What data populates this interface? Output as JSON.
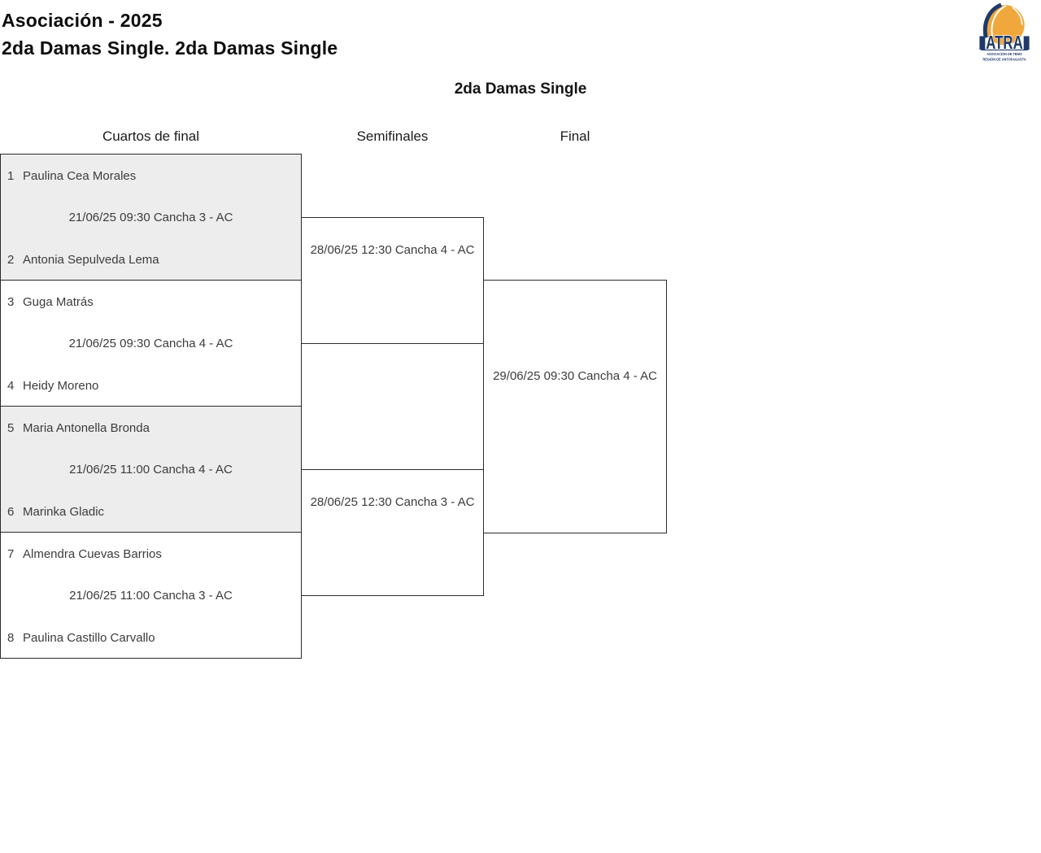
{
  "header": {
    "title": "Asociación - 2025",
    "subtitle": "2da Damas Single. 2da Damas Single"
  },
  "logo": {
    "acronym": "ATRA",
    "caption_line1": "ASOCIACIÓN DE TENIS",
    "caption_line2": "REGIÓN DE ANTOFAGASTA",
    "colors": {
      "navy": "#1E3A6B",
      "ball_orange": "#F0A83D",
      "outline_white": "#FFFFFF"
    }
  },
  "bracket": {
    "event_title": "2da Damas Single",
    "round_headers": [
      "Cuartos de final",
      "Semifinales",
      "Final"
    ],
    "quarterfinals": [
      {
        "player1_seed": "1",
        "player1_name": "Paulina Cea Morales",
        "schedule": "21/06/25 09:30 Cancha 3 - AC",
        "player2_seed": "2",
        "player2_name": "Antonia Sepulveda Lema"
      },
      {
        "player1_seed": "3",
        "player1_name": "Guga Matrás",
        "schedule": "21/06/25 09:30 Cancha 4 - AC",
        "player2_seed": "4",
        "player2_name": "Heidy Moreno"
      },
      {
        "player1_seed": "5",
        "player1_name": "Maria Antonella Bronda",
        "schedule": "21/06/25 11:00 Cancha 4 - AC",
        "player2_seed": "6",
        "player2_name": "Marinka Gladic"
      },
      {
        "player1_seed": "7",
        "player1_name": "Almendra Cuevas Barrios",
        "schedule": "21/06/25 11:00 Cancha 3 - AC",
        "player2_seed": "8",
        "player2_name": "Paulina Castillo Carvallo"
      }
    ],
    "semifinals": [
      {
        "schedule": "28/06/25 12:30 Cancha 4 - AC"
      },
      {
        "schedule": "28/06/25 12:30 Cancha 3 - AC"
      }
    ],
    "final": {
      "schedule": "29/06/25 09:30 Cancha 4 - AC"
    }
  },
  "colors": {
    "match_border": "#2B2B2B",
    "alt_match_bg": "#EDEDED",
    "body_text": "#3C3C3C"
  }
}
